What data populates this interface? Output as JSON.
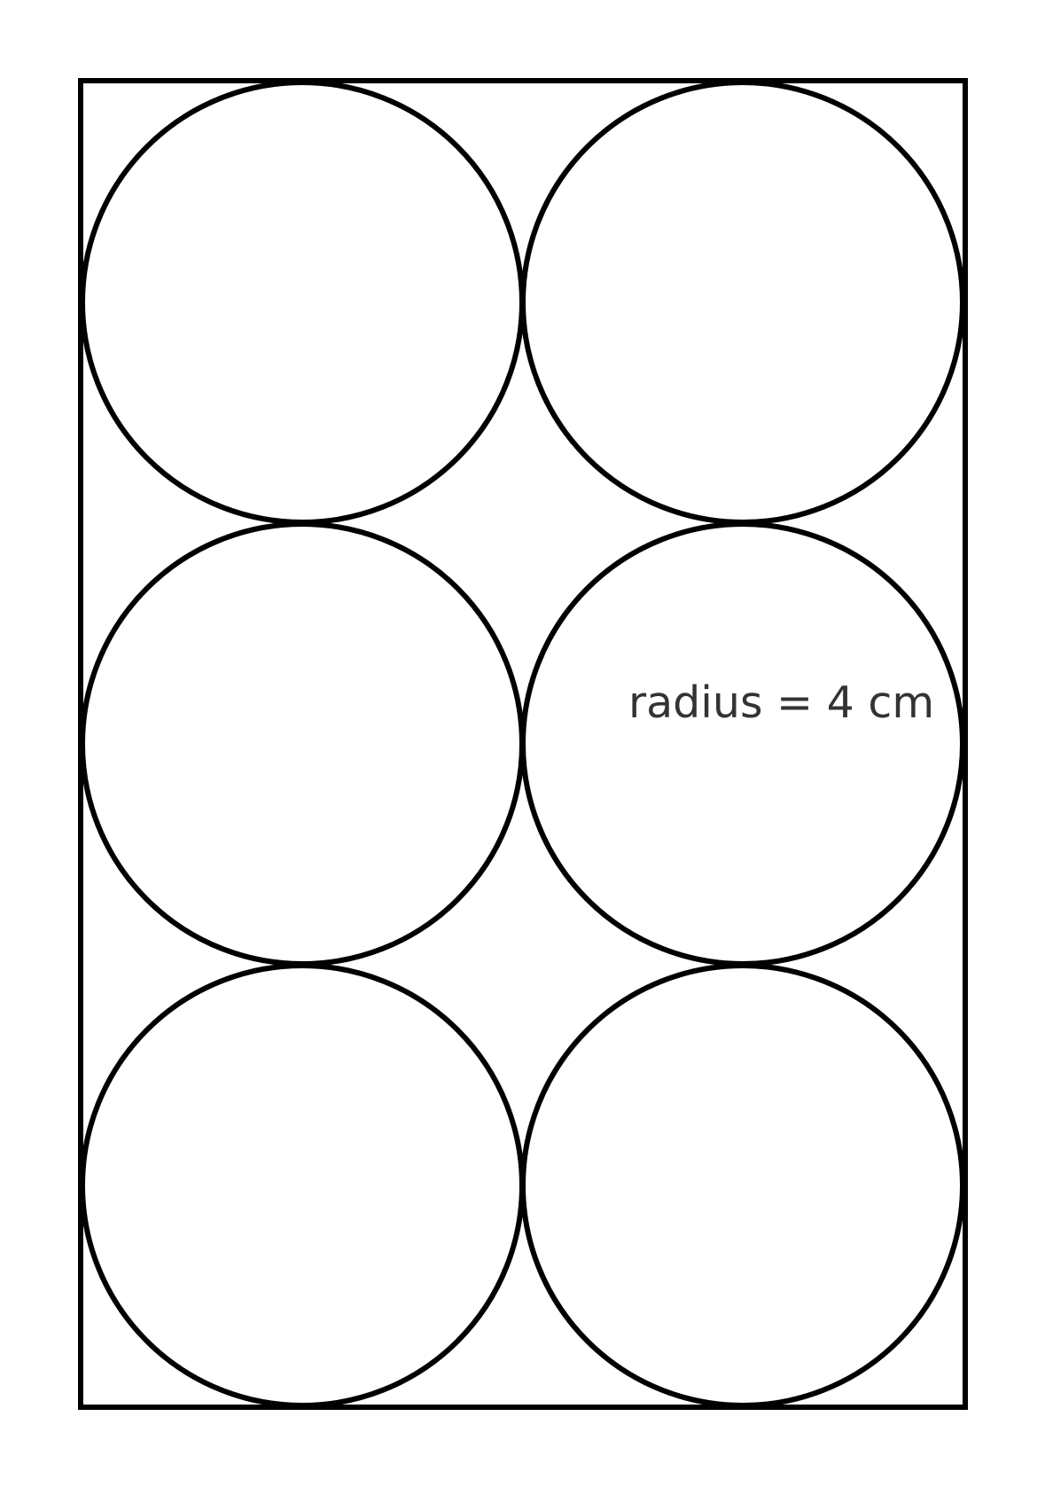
{
  "diagram": {
    "shape_count": {
      "circles": 6,
      "rows": 3,
      "columns": 2
    },
    "radius_label": "radius = 4 cm",
    "stroke_color": "#000000",
    "label_color": "#333333",
    "background_color": "#ffffff"
  }
}
